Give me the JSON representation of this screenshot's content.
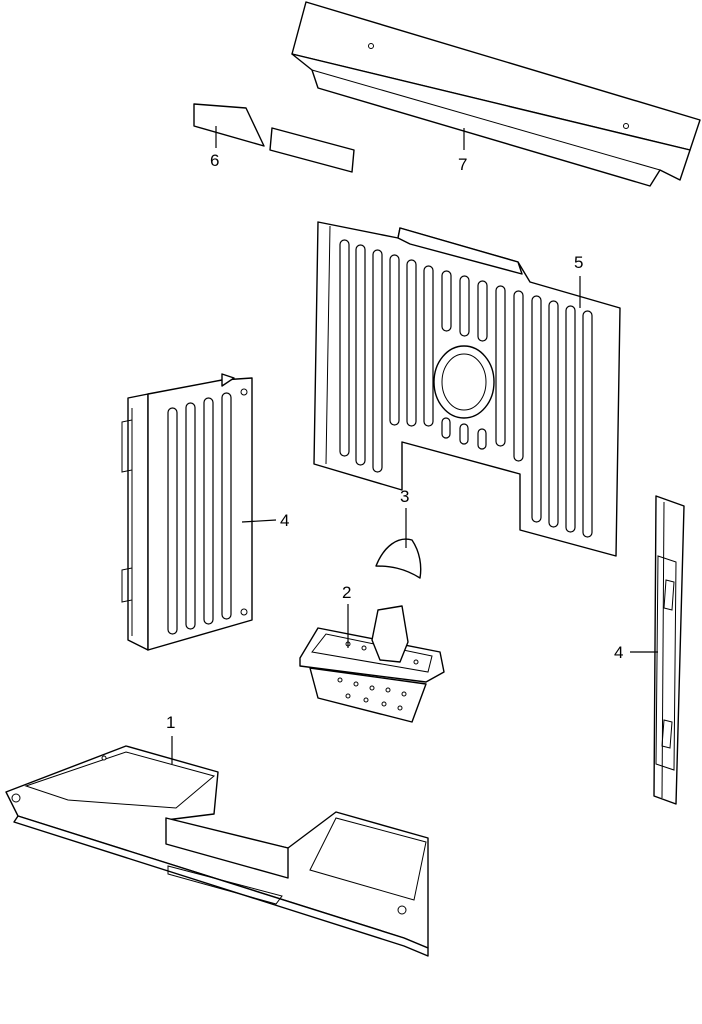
{
  "callouts": [
    {
      "id": "1",
      "label": "1"
    },
    {
      "id": "2",
      "label": "2"
    },
    {
      "id": "3",
      "label": "3"
    },
    {
      "id": "4a",
      "label": "4"
    },
    {
      "id": "4b",
      "label": "4"
    },
    {
      "id": "5",
      "label": "5"
    },
    {
      "id": "6",
      "label": "6"
    },
    {
      "id": "7",
      "label": "7"
    }
  ],
  "colors": {
    "stroke": "#000000",
    "background": "#ffffff"
  }
}
